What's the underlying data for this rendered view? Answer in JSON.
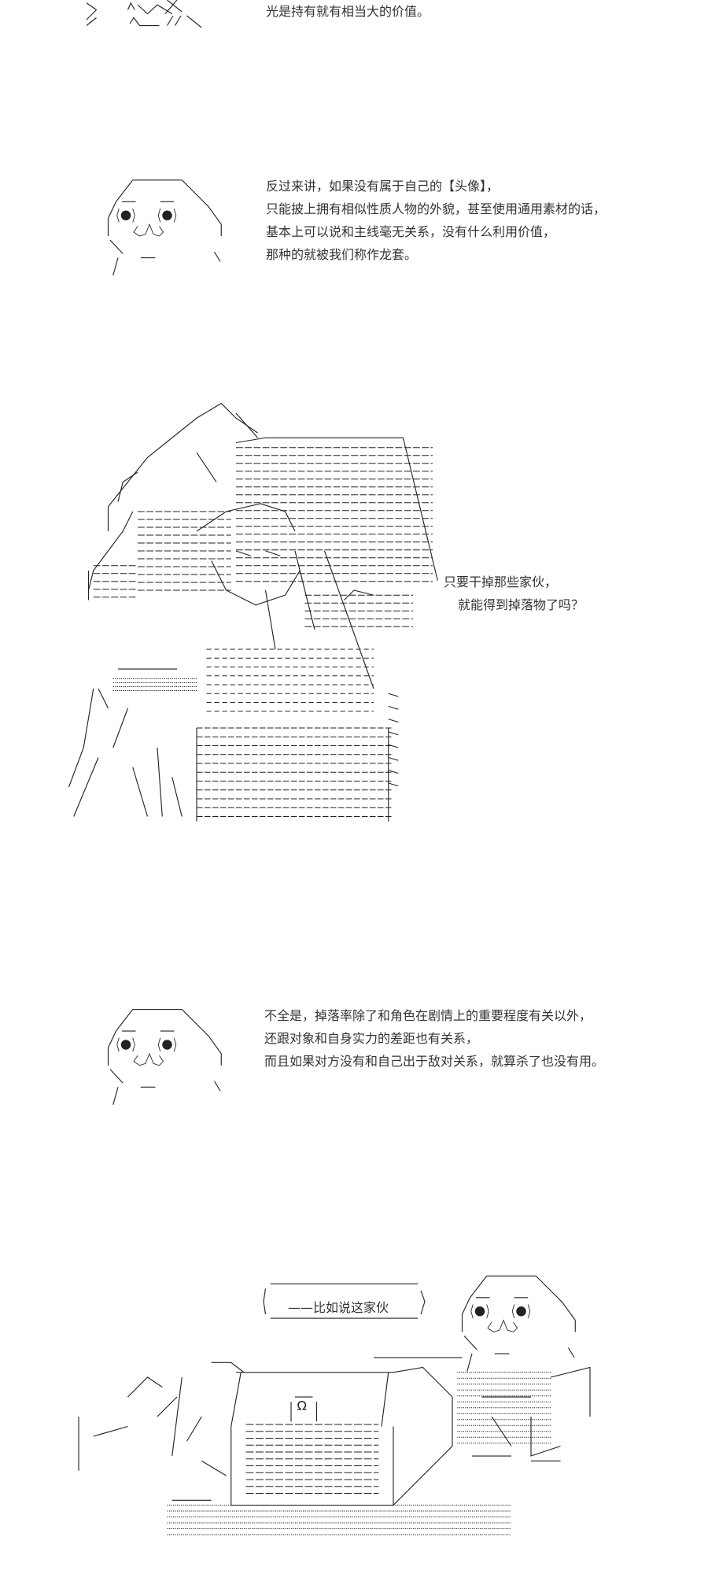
{
  "panels": [
    {
      "lines": [
        "光是持有就有相当大的价值。"
      ]
    },
    {
      "lines": [
        "反过来讲，如果没有属于自己的【头像】，",
        "只能披上拥有相似性质人物的外貌，甚至使用通用素材的话，",
        "基本上可以说和主线毫无关系，没有什么利用价值，",
        "那种的就被我们称作龙套。"
      ]
    },
    {
      "lines": [
        "只要干掉那些家伙，",
        "就能得到掉落物了吗？"
      ]
    },
    {
      "lines": [
        "不全是，掉落率除了和角色在剧情上的重要程度有关以外，",
        "还跟对象和自身实力的差距也有关系，",
        "而且如果对方没有和自己出于敌对关系，就算杀了也没有用。"
      ]
    }
  ],
  "bubble": {
    "text": "——比如说这家伙"
  },
  "art": {
    "chest_lock_symbol": "Ω",
    "line_color": "#222222",
    "text_color": "#333333"
  }
}
